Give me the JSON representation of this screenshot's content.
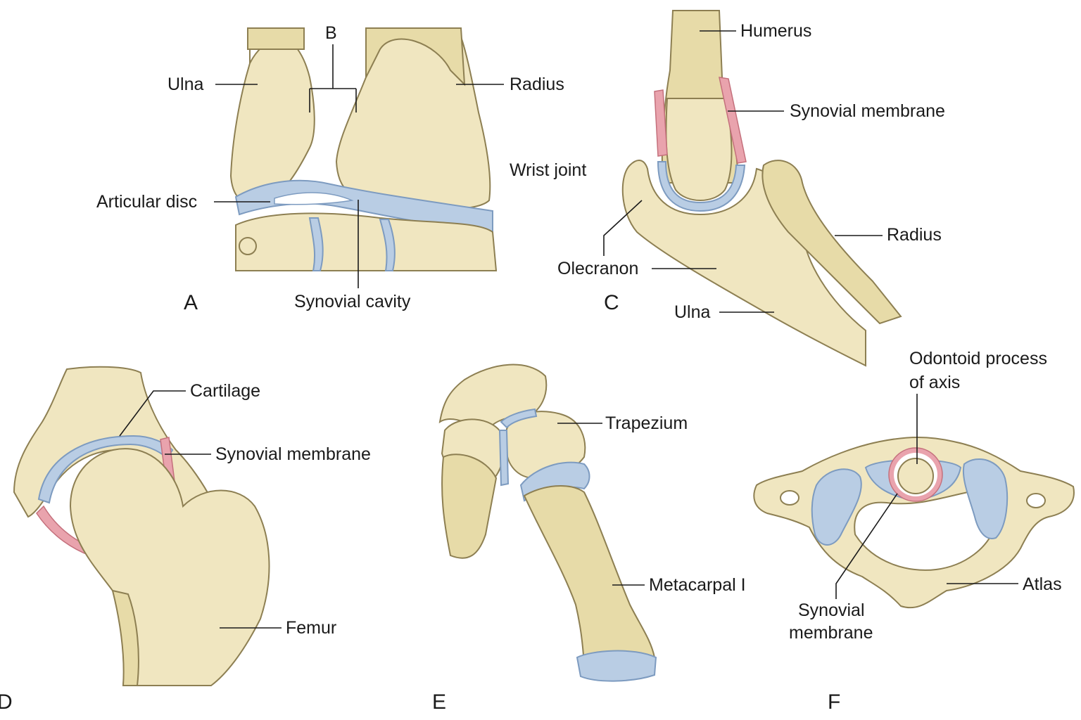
{
  "colors": {
    "bone": "#f0e6c0",
    "bone_shaft": "#e7dba8",
    "spongy_bone": "#d8c48a",
    "cartilage": "#b9cde4",
    "synovial_membrane": "#e9a3ad",
    "label_text": "#1a1a1a"
  },
  "panels": {
    "A": {
      "letter": "A",
      "labels": {
        "b_bracket": "B",
        "ulna": "Ulna",
        "radius": "Radius",
        "wrist_joint": "Wrist joint",
        "articular_disc": "Articular disc",
        "synovial_cavity": "Synovial cavity"
      }
    },
    "C": {
      "letter": "C",
      "labels": {
        "humerus": "Humerus",
        "synovial_membrane": "Synovial membrane",
        "radius": "Radius",
        "olecranon": "Olecranon",
        "ulna": "Ulna"
      }
    },
    "D": {
      "letter": "D",
      "labels": {
        "cartilage": "Cartilage",
        "synovial_membrane": "Synovial membrane",
        "femur": "Femur"
      }
    },
    "E": {
      "letter": "E",
      "labels": {
        "trapezium": "Trapezium",
        "metacarpal": "Metacarpal I"
      }
    },
    "F": {
      "letter": "F",
      "labels": {
        "odontoid_line1": "Odontoid process",
        "odontoid_line2": "of axis",
        "atlas": "Atlas",
        "synovial_line1": "Synovial",
        "synovial_line2": "membrane"
      }
    }
  }
}
